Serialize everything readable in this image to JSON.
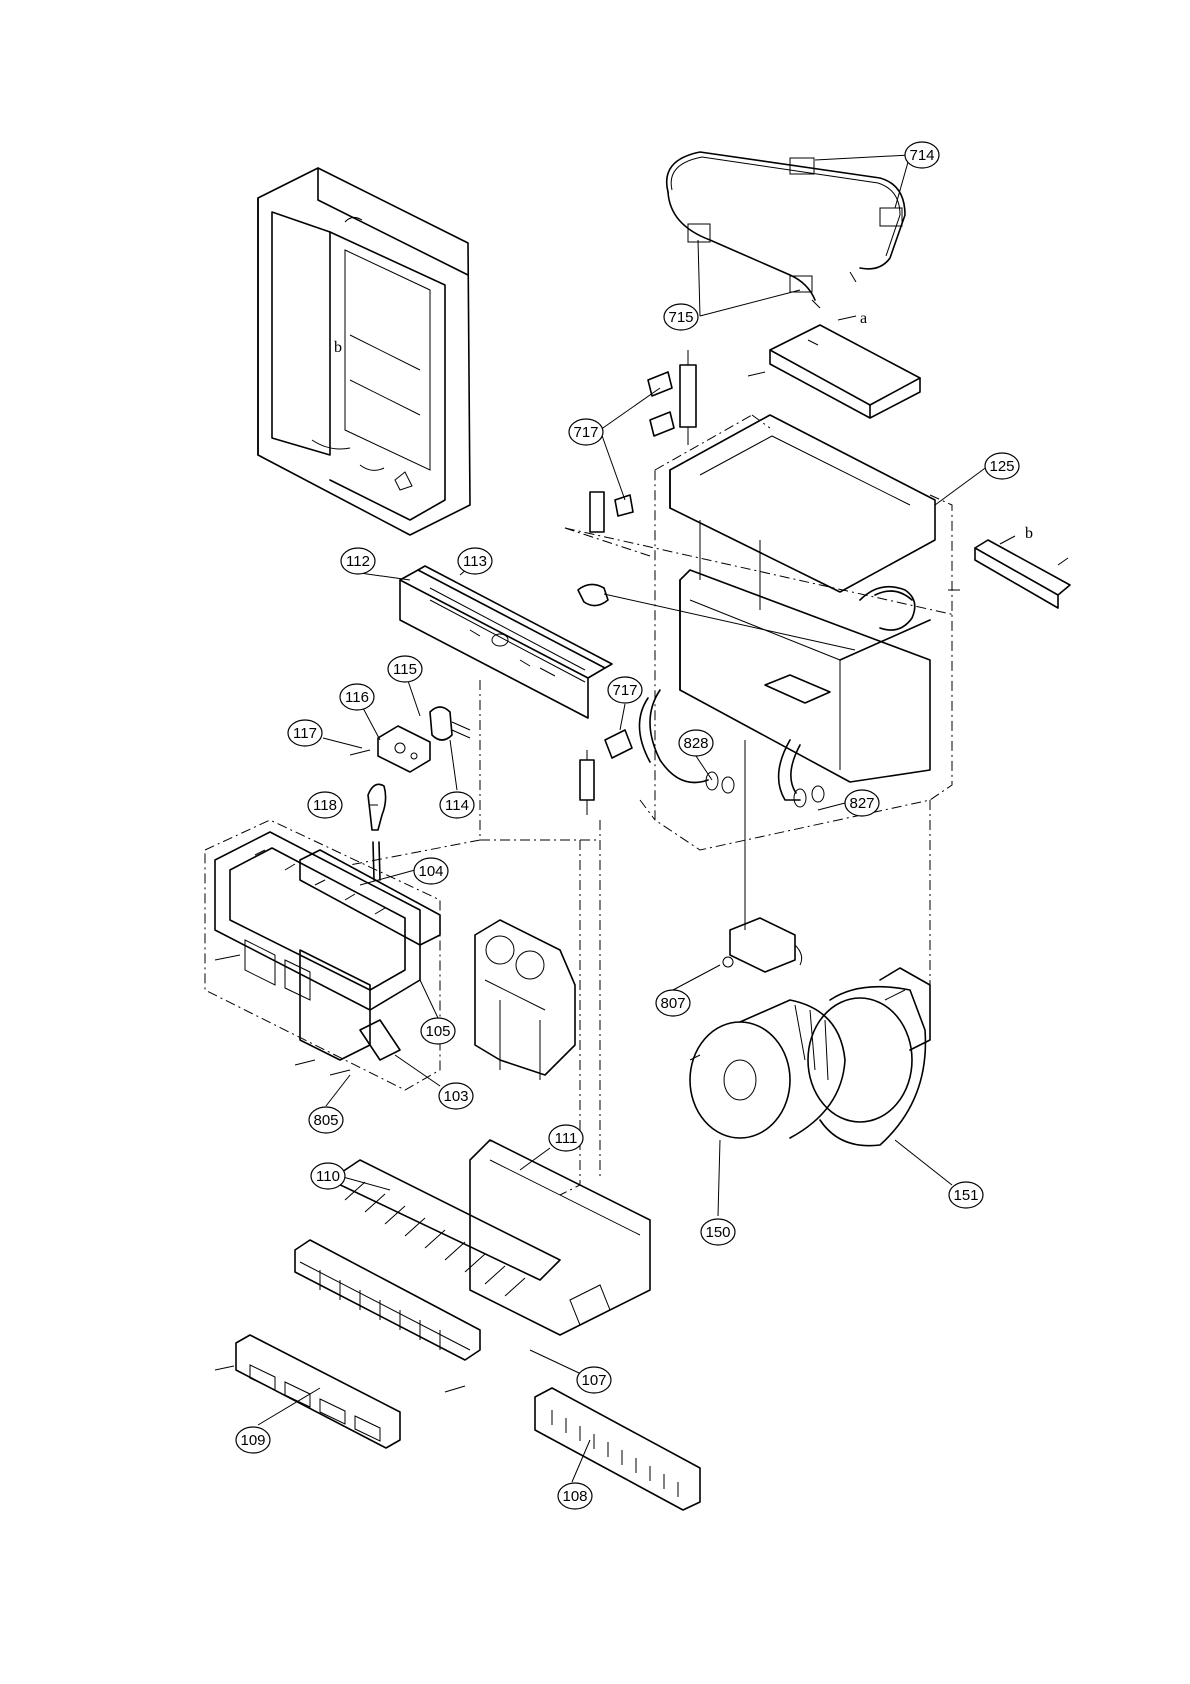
{
  "callouts": [
    {
      "id": "714"
    },
    {
      "id": "715"
    },
    {
      "id": "717-top"
    },
    {
      "id": "125"
    },
    {
      "id": "112"
    },
    {
      "id": "113"
    },
    {
      "id": "115"
    },
    {
      "id": "116"
    },
    {
      "id": "117"
    },
    {
      "id": "114"
    },
    {
      "id": "118"
    },
    {
      "id": "717-mid"
    },
    {
      "id": "828"
    },
    {
      "id": "827"
    },
    {
      "id": "104"
    },
    {
      "id": "105"
    },
    {
      "id": "103"
    },
    {
      "id": "805"
    },
    {
      "id": "807"
    },
    {
      "id": "111"
    },
    {
      "id": "110"
    },
    {
      "id": "150"
    },
    {
      "id": "151"
    },
    {
      "id": "107"
    },
    {
      "id": "109"
    },
    {
      "id": "108"
    }
  ],
  "labels": {
    "714": "714",
    "715": "715",
    "717-top": "717",
    "125": "125",
    "112": "112",
    "113": "113",
    "115": "115",
    "116": "116",
    "117": "117",
    "114": "114",
    "118": "118",
    "717-mid": "717",
    "828": "828",
    "827": "827",
    "104": "104",
    "105": "105",
    "103": "103",
    "805": "805",
    "807": "807",
    "111": "111",
    "110": "110",
    "150": "150",
    "151": "151",
    "107": "107",
    "109": "109",
    "108": "108"
  },
  "reference_marks": {
    "a": "a",
    "b_top": "b",
    "b_case": "b"
  }
}
